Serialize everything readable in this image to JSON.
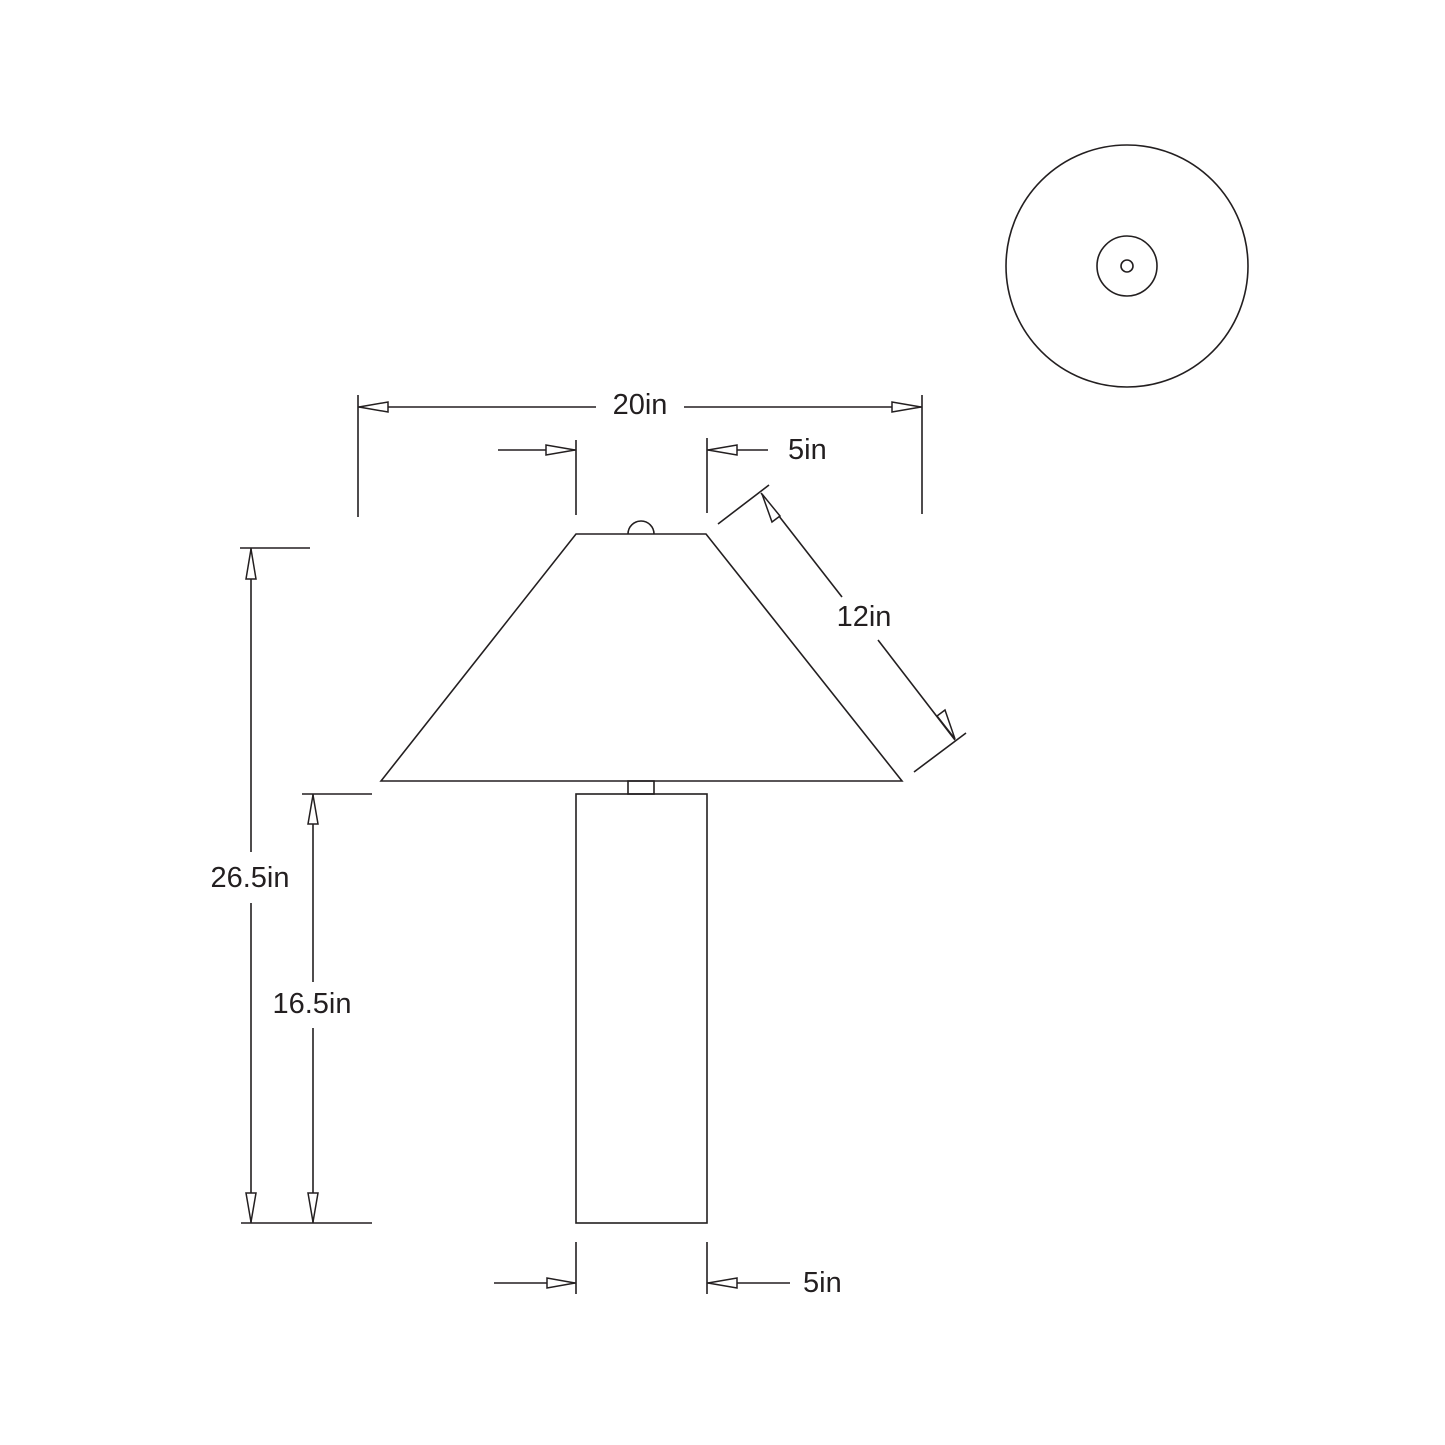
{
  "drawing": {
    "title": "Table lamp dimension drawing",
    "colors": {
      "line": "#231f20",
      "background": "#ffffff"
    },
    "dimensions": {
      "overall_width": "20in",
      "shade_top_width": "5in",
      "shade_slant_height": "12in",
      "overall_height": "26.5in",
      "base_height": "16.5in",
      "base_width": "5in"
    },
    "views": {
      "front": "front-elevation",
      "top": "top-view"
    }
  }
}
